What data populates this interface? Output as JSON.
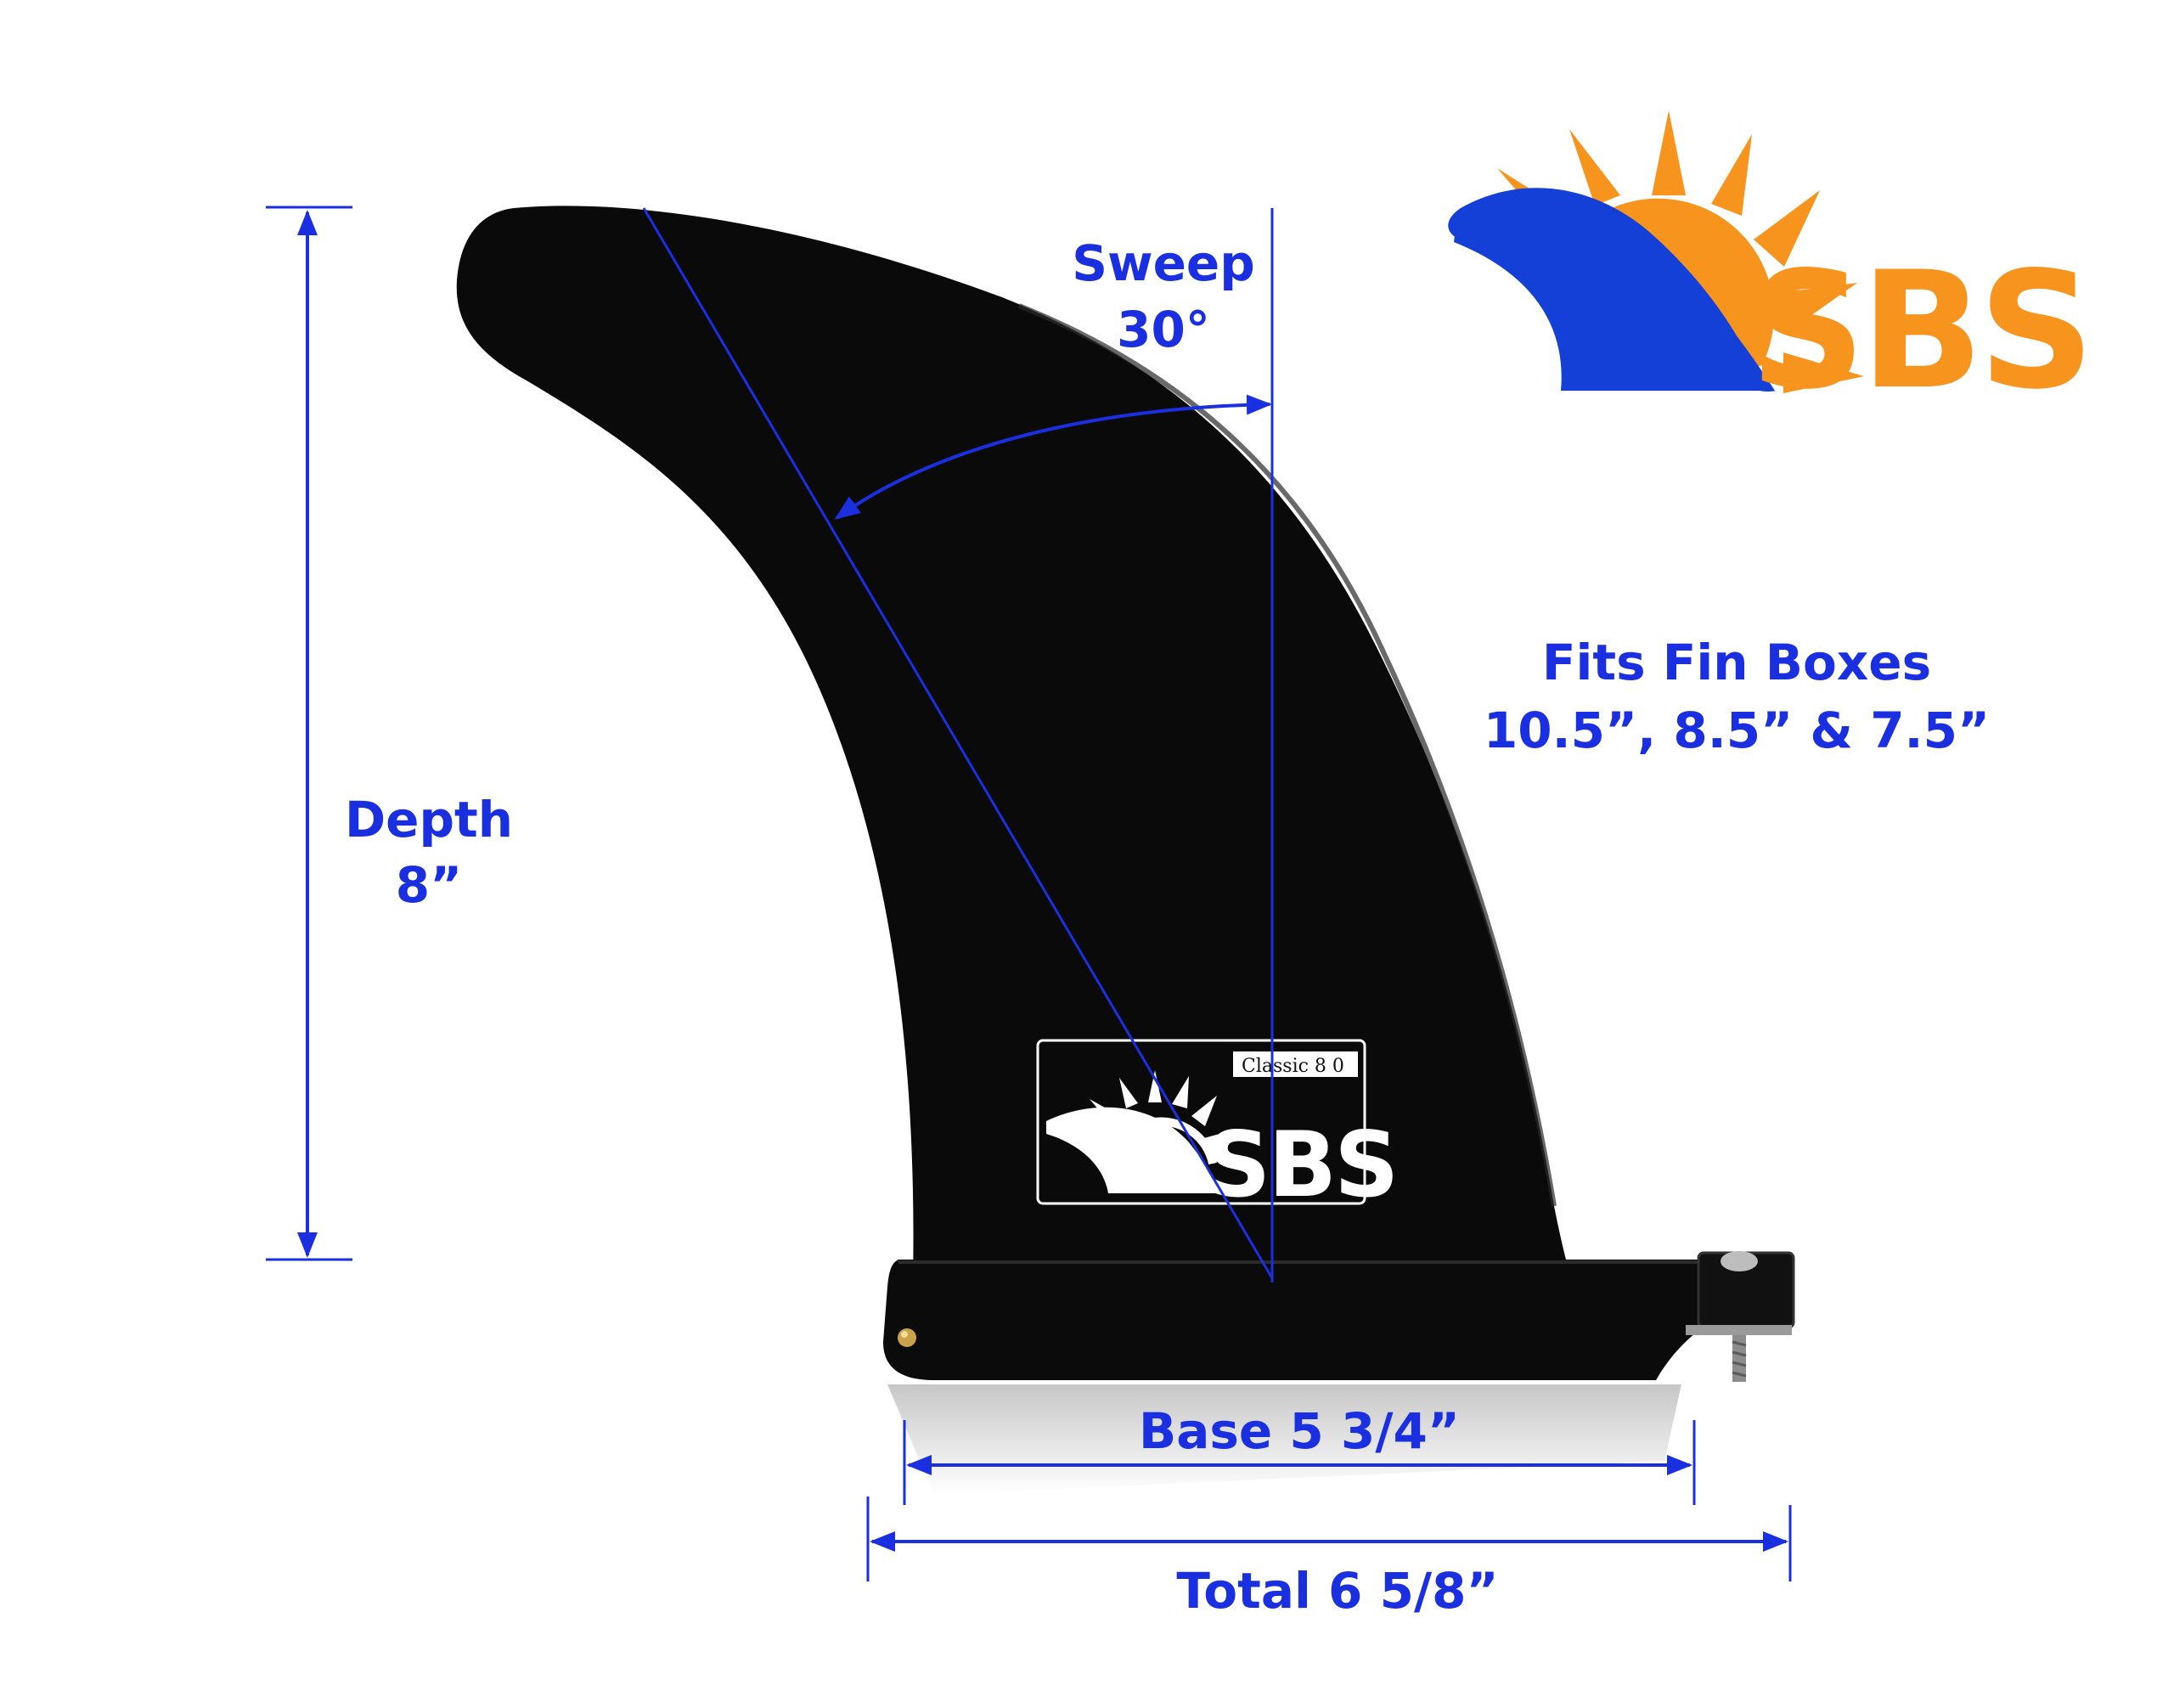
{
  "brand": {
    "logo_text": "SBS",
    "logo_fin_color": "#1440d8",
    "logo_sun_color": "#f7941d",
    "logo_text_color": "#f7941d"
  },
  "fin": {
    "color": "#0a0a0a",
    "badge_text": "SBS",
    "badge_model": "Classic 8 0"
  },
  "dimensions": {
    "sweep": {
      "label": "Sweep",
      "value": "30°"
    },
    "depth": {
      "label": "Depth",
      "value": "8”"
    },
    "base": {
      "label": "Base 5 3/4”"
    },
    "total": {
      "label": "Total 6 5/8”"
    },
    "fits": {
      "line1": "Fits Fin Boxes",
      "line2": "10.5”, 8.5” & 7.5”"
    },
    "line_color": "#1a2fe0"
  }
}
